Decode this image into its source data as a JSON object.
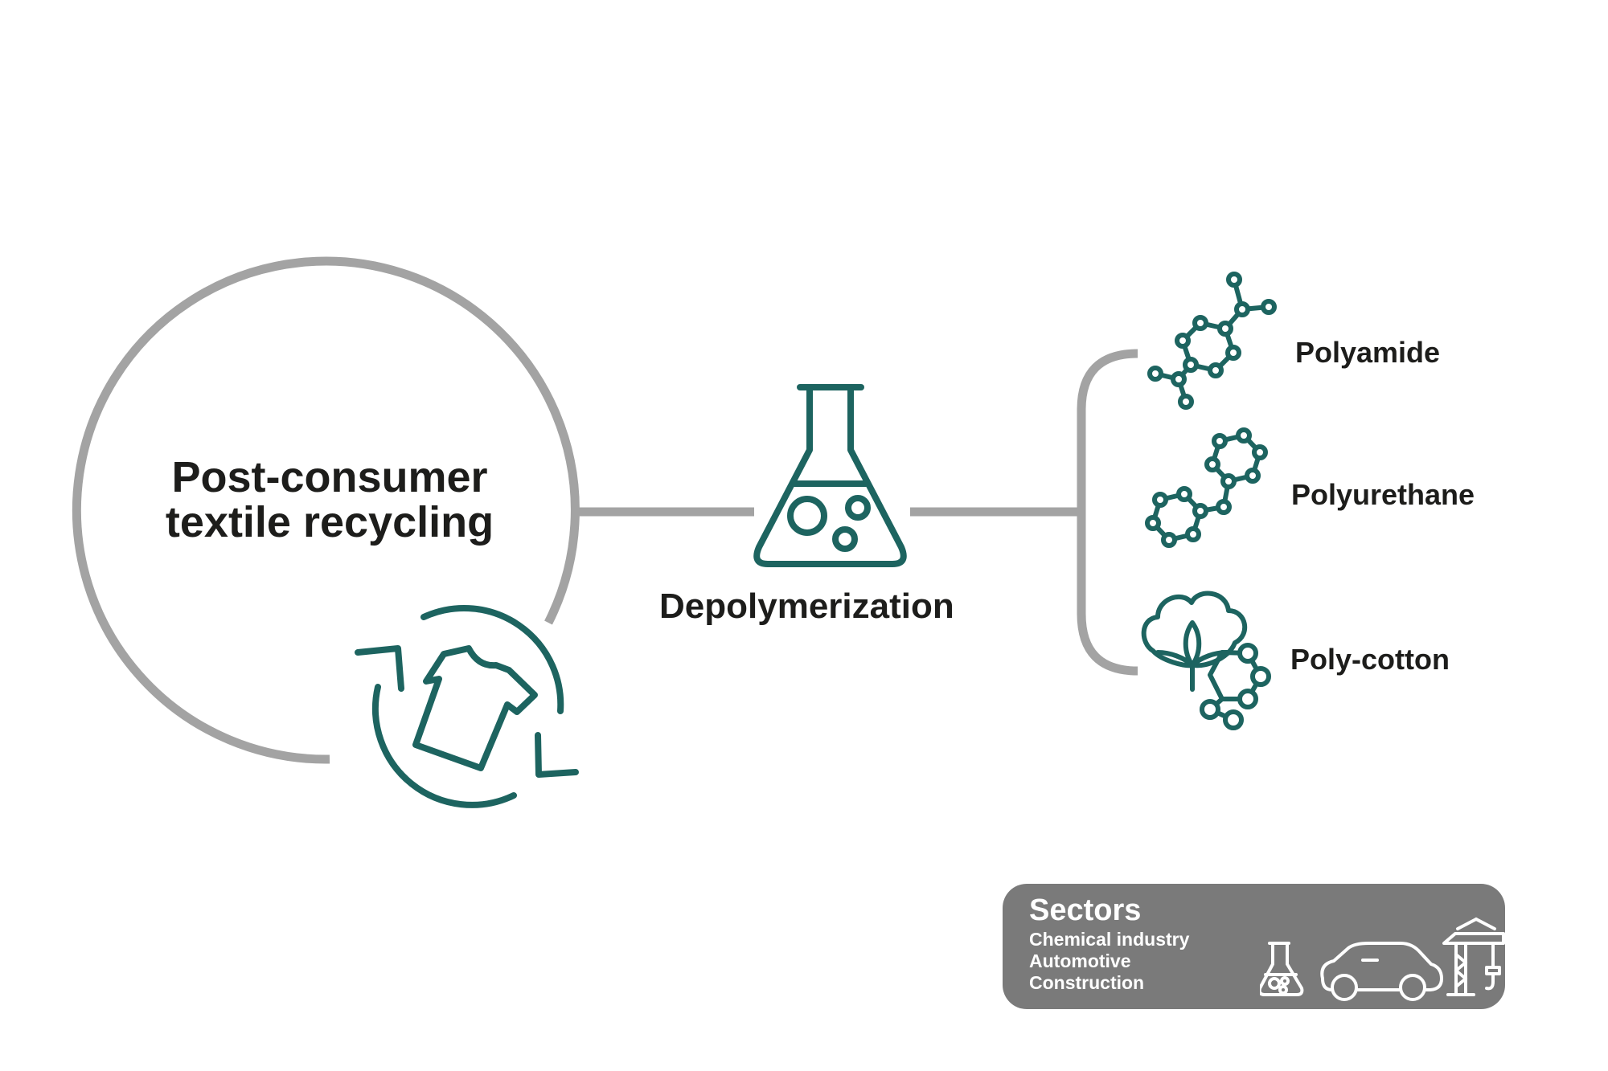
{
  "main": {
    "title_line1": "Post-consumer",
    "title_line2": "textile recycling",
    "process_label": "Depolymerization",
    "icons": {
      "source": "recycle-shirt-icon",
      "process": "flask-icon",
      "outputs": [
        "polyamide-molecule-icon",
        "polyurethane-molecule-icon",
        "cotton-molecule-icon"
      ]
    }
  },
  "outputs": [
    {
      "label": "Polyamide"
    },
    {
      "label": "Polyurethane"
    },
    {
      "label": "Poly-cotton"
    }
  ],
  "sectors": {
    "title": "Sectors",
    "items": [
      "Chemical industry",
      "Automotive",
      "Construction"
    ],
    "icons": [
      "flask-icon",
      "car-icon",
      "crane-icon"
    ]
  },
  "colors": {
    "accent": "#1d6460",
    "connector": "#a3a3a3",
    "text": "#1d1d1b",
    "sectors_bg": "#7a7a7a",
    "sectors_text": "#ffffff"
  }
}
